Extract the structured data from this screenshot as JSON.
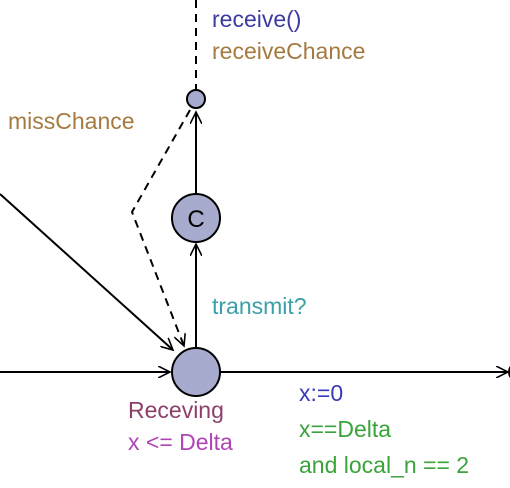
{
  "diagram": {
    "locations": [
      {
        "id": "receving",
        "name": "Receving",
        "invariant": "x <= Delta",
        "kind": "normal"
      },
      {
        "id": "committed",
        "name": "",
        "kind": "committed",
        "glyph": "C"
      },
      {
        "id": "branch_point",
        "name": "",
        "kind": "branchpoint"
      }
    ],
    "labels": {
      "receive_sync": "receive()",
      "receive_prob": "receiveChance",
      "miss_prob": "missChance",
      "transmit_sync": "transmit?",
      "assignment": "x:=0",
      "guard_line1": "x==Delta",
      "guard_line2": "and local_n == 2",
      "location_name": "Receving",
      "invariant": "x <= Delta",
      "committed_glyph": "C"
    },
    "colors": {
      "location_fill": "#a7acce",
      "location_stroke": "#000000",
      "sync": "#3d3b9e",
      "probability": "#a57a40",
      "transmit": "#3aa0a8",
      "name": "#8c3f6b",
      "invariant": "#b045b5",
      "assignment": "#3a3ab8",
      "guard": "#3aa33a"
    }
  }
}
